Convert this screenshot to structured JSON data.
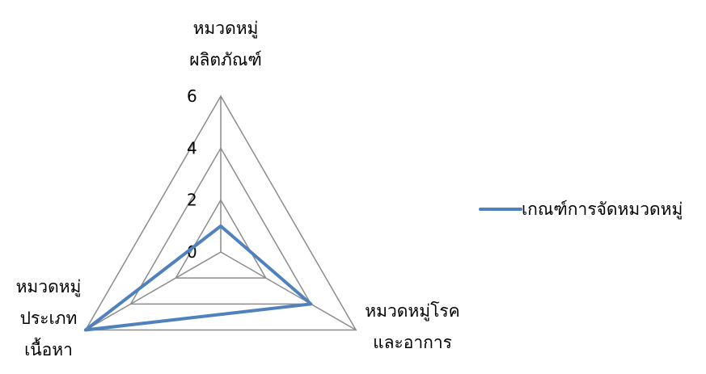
{
  "chart_data": {
    "type": "radar",
    "categories": [
      [
        "หมวดหมู่",
        "ผลิตภัณฑ์"
      ],
      [
        "หมวดหมู่โรค",
        "และอาการ"
      ],
      [
        "หมวดหมู่",
        "ประเภท",
        "เนื้อหา"
      ]
    ],
    "series": [
      {
        "name": "เกณฑ์การจัดหมวดหมู่",
        "values": [
          1,
          4,
          6
        ],
        "color": "#4F81BD"
      }
    ],
    "rlim": [
      0,
      6
    ],
    "ticks": [
      0,
      2,
      4,
      6
    ],
    "grid": true,
    "grid_color": "#8c8c8c",
    "legend_position": "right"
  }
}
